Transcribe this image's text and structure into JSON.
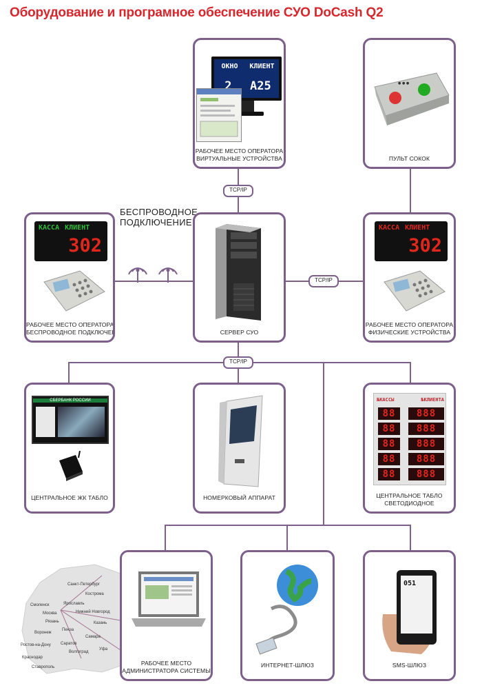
{
  "title": "Оборудование и програмное обеспечение СУО DoCash Q2",
  "wireless_label": [
    "БЕСПРОВОДНОЕ",
    "ПОДКЛЮЧЕНИЕ"
  ],
  "protocols": {
    "top": "TCP/IP",
    "right": "TCP/IP",
    "bottom": "TCP/IP"
  },
  "nodes": {
    "virtual_workstation": {
      "caption": [
        "РАБОЧЕЕ МЕСТО ОПЕРАТОРА",
        "ВИРТУАЛЬНЫЕ УСТРОЙСТВА"
      ],
      "screen_header": [
        "ОКНО",
        "КЛИЕНТ"
      ],
      "screen_values": [
        "2",
        "A25"
      ]
    },
    "feedback_remote": {
      "caption": [
        "ПУЛЬТ СОКОК"
      ]
    },
    "wireless_workstation": {
      "caption": [
        "РАБОЧЕЕ МЕСТО ОПЕРАТОРА",
        "БЕСПРОВОДНОЕ ПОДКЛЮЧЕНИЕ"
      ],
      "display_labels": [
        "КАССА",
        "КЛИЕНТ"
      ],
      "display_value": "302"
    },
    "server": {
      "caption": [
        "СЕРВЕР СУО"
      ]
    },
    "physical_workstation": {
      "caption": [
        "РАБОЧЕЕ МЕСТО ОПЕРАТОРА",
        "ФИЗИЧЕСКИЕ УСТРОЙСТВА"
      ],
      "display_labels": [
        "КАССА",
        "КЛИЕНТ"
      ],
      "display_value": "302"
    },
    "lcd_board": {
      "caption": [
        "ЦЕНТРАЛЬНОЕ ЖК ТАБЛО"
      ],
      "screen_brand": "СБЕРБАНК РОССИИ"
    },
    "kiosk": {
      "caption": [
        "НОМЕРКОВЫЙ АППАРАТ"
      ]
    },
    "led_board": {
      "caption": [
        "ЦЕНТРАЛЬНОЕ ТАБЛО",
        "СВЕТОДИОДНОЕ"
      ],
      "headers": [
        "№КАССЫ",
        "№КЛИЕНТА"
      ],
      "rows": [
        [
          "88",
          "888"
        ],
        [
          "88",
          "888"
        ],
        [
          "88",
          "888"
        ],
        [
          "88",
          "888"
        ],
        [
          "88",
          "888"
        ]
      ]
    },
    "admin_workstation": {
      "caption": [
        "РАБОЧЕЕ МЕСТО",
        "АДМИНИСТРАТОРА СИСТЕМЫ"
      ]
    },
    "internet_gateway": {
      "caption": [
        "ИНТЕРНЕТ-ШЛЮЗ"
      ]
    },
    "sms_gateway": {
      "caption": [
        "SMS-ШЛЮЗ"
      ],
      "phone_number": "051"
    }
  },
  "map_cities": [
    "Санкт-Петербург",
    "Смоленск",
    "Кострома",
    "Москва",
    "Ярославль",
    "Нижний Новгород",
    "Рязань",
    "Пенза",
    "Казань",
    "Воронеж",
    "Самара",
    "Ростов-на-Дону",
    "Саратов",
    "Волгоград",
    "Уфа",
    "Краснодар",
    "Ставрополь"
  ]
}
